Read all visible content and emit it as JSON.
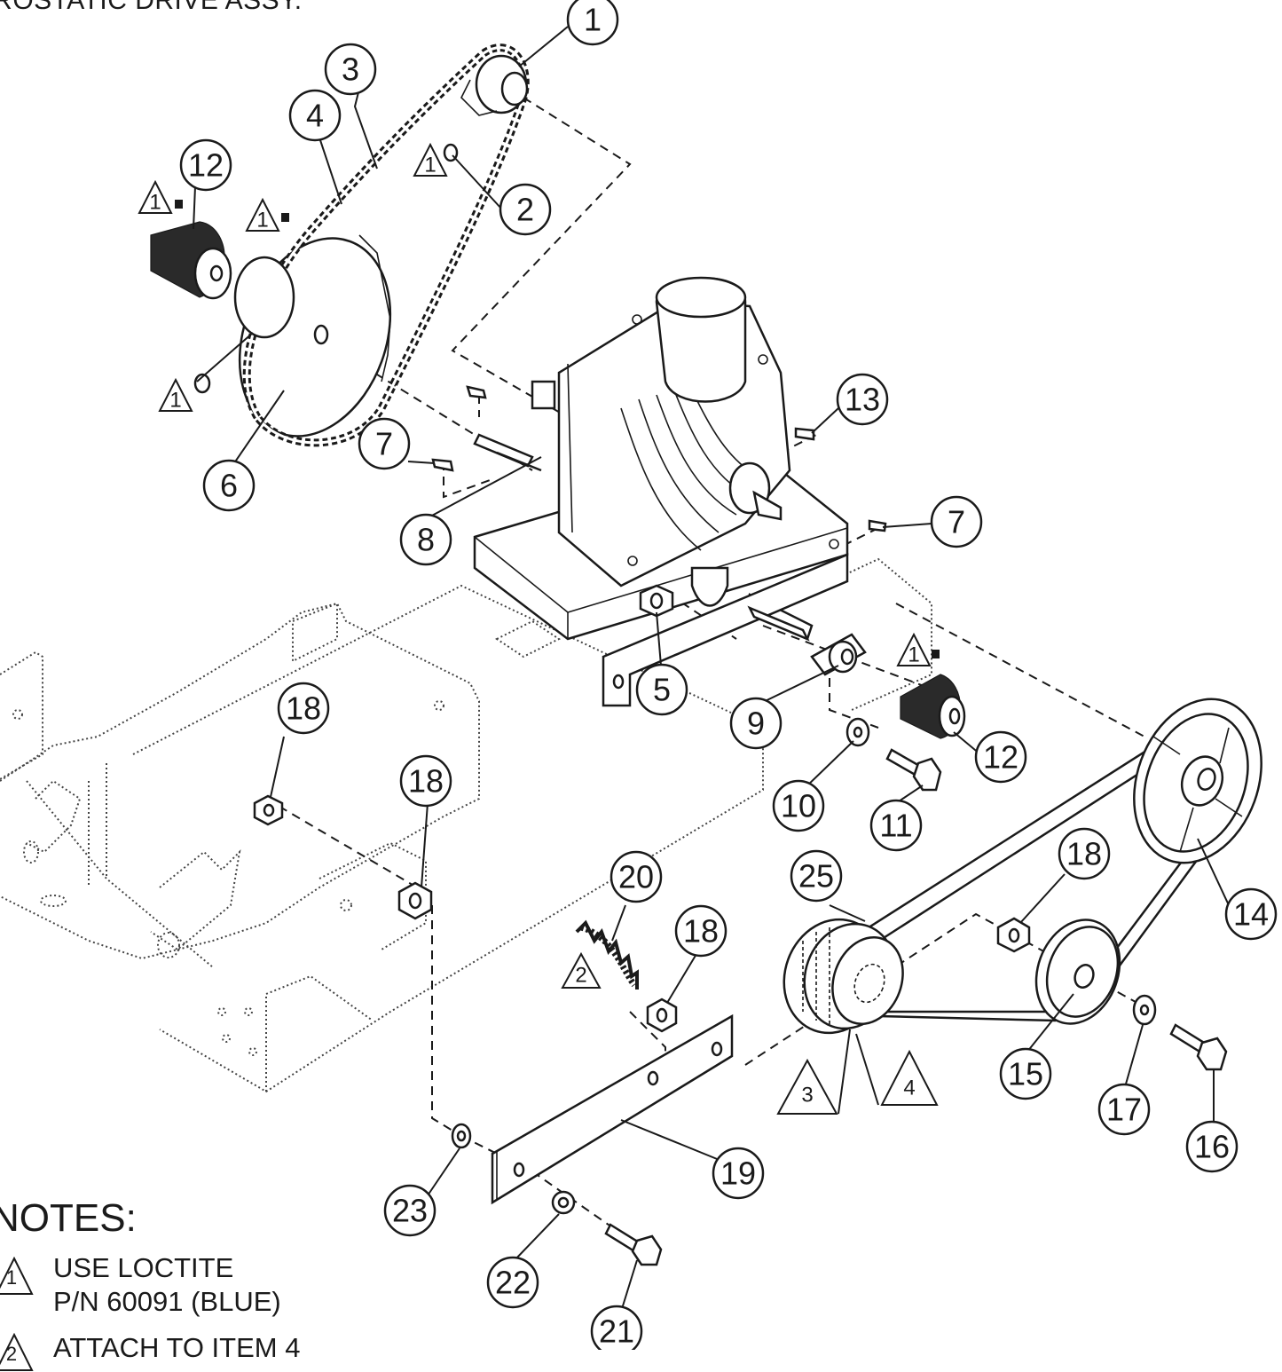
{
  "header": {
    "title": "DROSTATIC DRIVE ASSY."
  },
  "callouts": [
    {
      "id": "c1",
      "label": "1"
    },
    {
      "id": "c2",
      "label": "2"
    },
    {
      "id": "c3",
      "label": "3"
    },
    {
      "id": "c4",
      "label": "4"
    },
    {
      "id": "c5",
      "label": "5"
    },
    {
      "id": "c6",
      "label": "6"
    },
    {
      "id": "c7a",
      "label": "7"
    },
    {
      "id": "c7b",
      "label": "7"
    },
    {
      "id": "c8",
      "label": "8"
    },
    {
      "id": "c9",
      "label": "9"
    },
    {
      "id": "c10",
      "label": "10"
    },
    {
      "id": "c11",
      "label": "11"
    },
    {
      "id": "c12a",
      "label": "12"
    },
    {
      "id": "c12b",
      "label": "12"
    },
    {
      "id": "c13",
      "label": "13"
    },
    {
      "id": "c14",
      "label": "14"
    },
    {
      "id": "c15",
      "label": "15"
    },
    {
      "id": "c16",
      "label": "16"
    },
    {
      "id": "c17",
      "label": "17"
    },
    {
      "id": "c18a",
      "label": "18"
    },
    {
      "id": "c18b",
      "label": "18"
    },
    {
      "id": "c18c",
      "label": "18"
    },
    {
      "id": "c18d",
      "label": "18"
    },
    {
      "id": "c19",
      "label": "19"
    },
    {
      "id": "c20",
      "label": "20"
    },
    {
      "id": "c21",
      "label": "21"
    },
    {
      "id": "c22",
      "label": "22"
    },
    {
      "id": "c23",
      "label": "23"
    },
    {
      "id": "c25",
      "label": "25"
    }
  ],
  "note_markers": [
    {
      "id": "t1a",
      "label": "1"
    },
    {
      "id": "t1b",
      "label": "1"
    },
    {
      "id": "t1c",
      "label": "1"
    },
    {
      "id": "t1d",
      "label": "1"
    },
    {
      "id": "t1e",
      "label": "1"
    },
    {
      "id": "t2",
      "label": "2"
    },
    {
      "id": "t3",
      "label": "3"
    },
    {
      "id": "t4",
      "label": "4"
    }
  ],
  "notes": {
    "heading": "NOTES:",
    "items": [
      {
        "marker": "1",
        "line1": "USE LOCTITE",
        "line2": "P/N 60091 (BLUE)"
      },
      {
        "marker": "2",
        "line1": "ATTACH TO ITEM 4"
      }
    ]
  }
}
